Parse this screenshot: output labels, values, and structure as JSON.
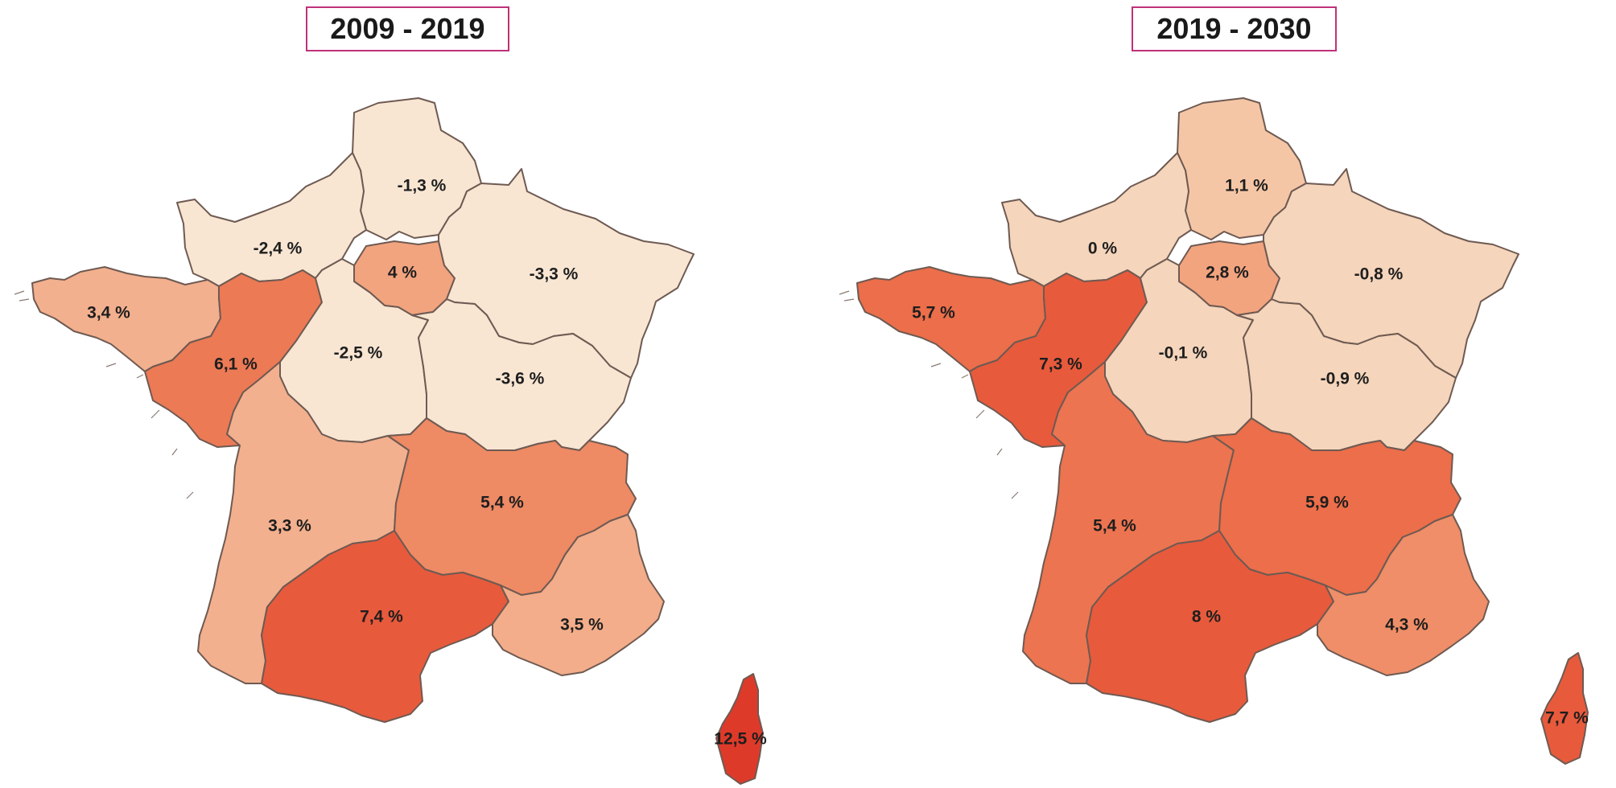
{
  "maps": [
    {
      "period": "2009 - 2019",
      "regions": [
        {
          "id": "hauts-de-france",
          "value": "-1,3 %",
          "fill": "#f8e6d3"
        },
        {
          "id": "normandie",
          "value": "-2,4 %",
          "fill": "#f8e6d3"
        },
        {
          "id": "ile-de-france",
          "value": "4 %",
          "fill": "#f2a47f"
        },
        {
          "id": "grand-est",
          "value": "-3,3 %",
          "fill": "#f8e6d3"
        },
        {
          "id": "bretagne",
          "value": "3,4 %",
          "fill": "#f3b08e"
        },
        {
          "id": "pays-de-la-loire",
          "value": "6,1 %",
          "fill": "#ec7a55"
        },
        {
          "id": "centre-val-de-loire",
          "value": "-2,5 %",
          "fill": "#f8e6d3"
        },
        {
          "id": "bourgogne-franche-comte",
          "value": "-3,6 %",
          "fill": "#f8e6d3"
        },
        {
          "id": "nouvelle-aquitaine",
          "value": "3,3 %",
          "fill": "#f3b08e"
        },
        {
          "id": "auvergne-rhone-alpes",
          "value": "5,4 %",
          "fill": "#ee8a64"
        },
        {
          "id": "occitanie",
          "value": "7,4 %",
          "fill": "#e85a3c"
        },
        {
          "id": "provence-alpes-cote-dazur",
          "value": "3,5 %",
          "fill": "#f3ad8a"
        },
        {
          "id": "corse",
          "value": "12,5 %",
          "fill": "#de3a2a"
        }
      ]
    },
    {
      "period": "2019 - 2030",
      "regions": [
        {
          "id": "hauts-de-france",
          "value": "1,1 %",
          "fill": "#f5c6a6"
        },
        {
          "id": "normandie",
          "value": "0 %",
          "fill": "#f5d5bb"
        },
        {
          "id": "ile-de-france",
          "value": "2,8 %",
          "fill": "#f2a47f"
        },
        {
          "id": "grand-est",
          "value": "-0,8 %",
          "fill": "#f5d5bb"
        },
        {
          "id": "bretagne",
          "value": "5,7 %",
          "fill": "#ec6e4a"
        },
        {
          "id": "pays-de-la-loire",
          "value": "7,3 %",
          "fill": "#e85a3c"
        },
        {
          "id": "centre-val-de-loire",
          "value": "-0,1 %",
          "fill": "#f5d5bb"
        },
        {
          "id": "bourgogne-franche-comte",
          "value": "-0,9 %",
          "fill": "#f5d5bb"
        },
        {
          "id": "nouvelle-aquitaine",
          "value": "5,4 %",
          "fill": "#ec7450"
        },
        {
          "id": "auvergne-rhone-alpes",
          "value": "5,9 %",
          "fill": "#ec6e4a"
        },
        {
          "id": "occitanie",
          "value": "8 %",
          "fill": "#e85a3c"
        },
        {
          "id": "provence-alpes-cote-dazur",
          "value": "4,3 %",
          "fill": "#ef8e68"
        },
        {
          "id": "corse",
          "value": "7,7 %",
          "fill": "#e85a3c"
        }
      ]
    }
  ]
}
